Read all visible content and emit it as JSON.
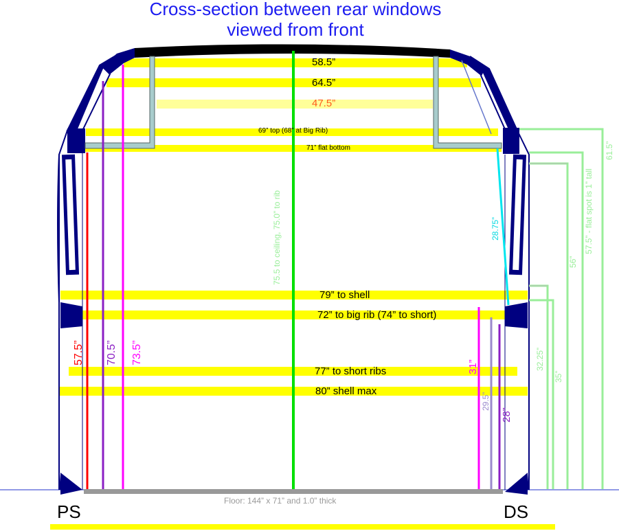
{
  "title": {
    "line1": "Cross-section between rear windows",
    "line2": "viewed from front"
  },
  "horizontal_labels": {
    "w58_5": "58.5”",
    "w64_5": "64.5”",
    "w47_5": "47.5”",
    "w69_top": "69” top (68” at Big Rib)",
    "w71_flat": "71” flat bottom",
    "w79_shell": "79” to shell",
    "w72_bigrib": "72” to big rib (74” to short)",
    "w77_short": "77” to short ribs",
    "w80_max": "80” shell max"
  },
  "vertical_labels": {
    "h75_5": "75.5 to ceiling, 75.0” to rib",
    "h28_75": "28.75”",
    "h57_5_left": "57.5”",
    "h70_5": "70.5”",
    "h73_5": "73.5”",
    "h31": "31”",
    "h29_5": "29.5”",
    "h28": "28”",
    "h32_25": "32.25”",
    "h35": "35”",
    "h56": "56”",
    "h57_5_right": "57.5” - flat spot is 1” tall",
    "h61_5": "61.5”"
  },
  "floor_label": "Floor:  144” x 71” and 1.0” thick",
  "side_labels": {
    "left": "PS",
    "right": "DS"
  },
  "colors": {
    "title": "#1c1cf0",
    "body_outline": "#000080",
    "highlight_yellow": "#ffff00",
    "pale_yellow": "#ffff99",
    "green": "#00e000",
    "light_green": "#99ee99",
    "cyan": "#00e5ee",
    "red": "#ff0000",
    "purple": "#8b1fc4",
    "magenta": "#ff00ff",
    "light_purple": "#9a88cc",
    "grey": "#999999",
    "cabinet": "#a8cccc"
  }
}
